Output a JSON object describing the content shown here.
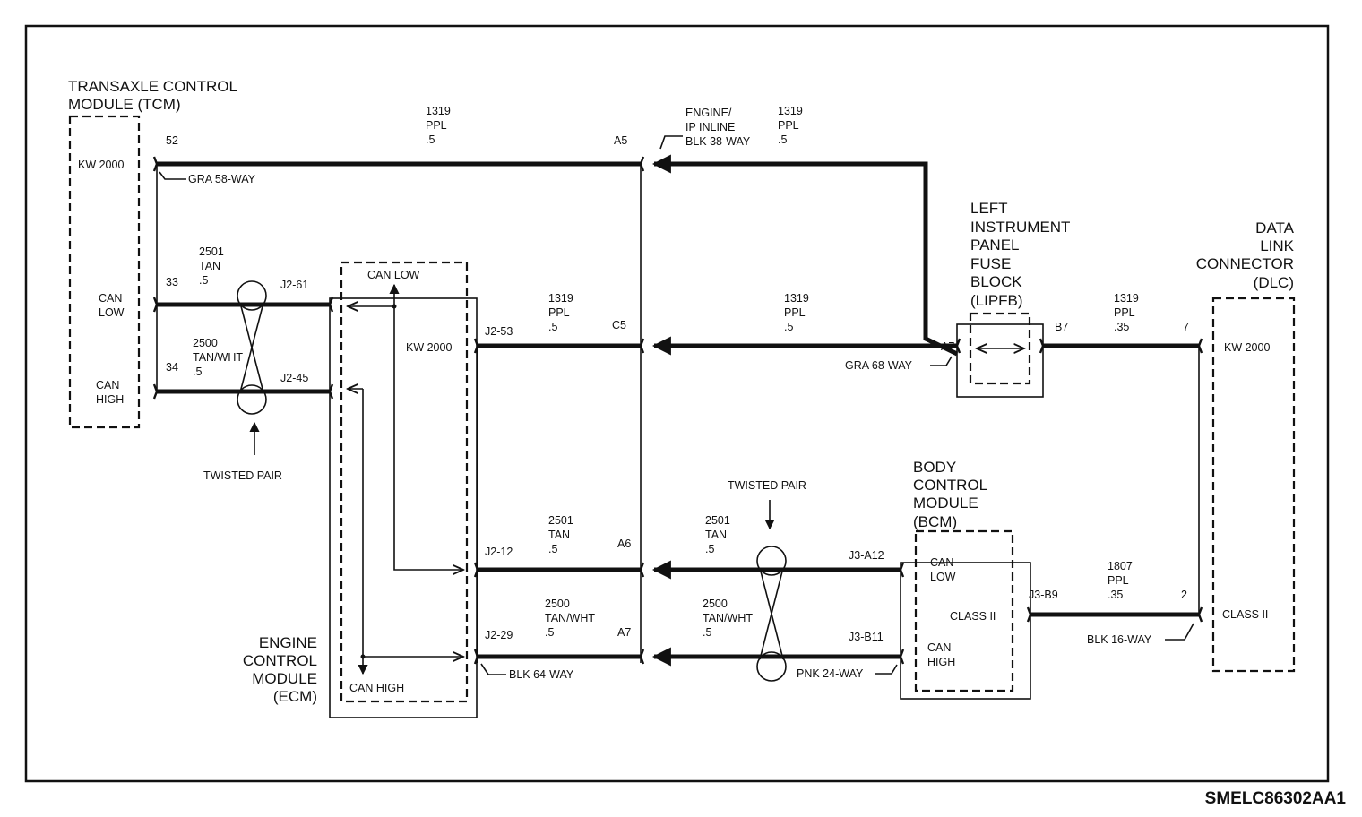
{
  "footer": {
    "code": "SMELC86302AA1"
  },
  "tcm": {
    "title_line1": "TRANSAXLE CONTROL",
    "title_line2": "MODULE (TCM)",
    "kw": "KW 2000",
    "can_low_1": "CAN",
    "can_low_2": "LOW",
    "can_high_1": "CAN",
    "can_high_2": "HIGH",
    "pin_52": "52",
    "pin_33": "33",
    "pin_34": "34",
    "connector": "GRA 58-WAY"
  },
  "ecm": {
    "title_line1": "ENGINE",
    "title_line2": "CONTROL",
    "title_line3": "MODULE",
    "title_line4": "(ECM)",
    "kw": "KW 2000",
    "can_low": "CAN LOW",
    "can_high": "CAN HIGH",
    "pin_j2_61": "J2-61",
    "pin_j2_45": "J2-45",
    "pin_j2_53": "J2-53",
    "pin_j2_12": "J2-12",
    "pin_j2_29": "J2-29",
    "connector": "BLK 64-WAY"
  },
  "inline": {
    "line1": "ENGINE/",
    "line2": "IP INLINE",
    "line3": "BLK 38-WAY",
    "pin_a5": "A5",
    "pin_c5": "C5",
    "pin_a6": "A6",
    "pin_a7": "A7"
  },
  "lipfb": {
    "line1": "LEFT",
    "line2": "INSTRUMENT",
    "line3": "PANEL",
    "line4": "FUSE",
    "line5": "BLOCK",
    "line6": "(LIPFB)",
    "pin_a7": "A7",
    "pin_b7": "B7",
    "connector": "GRA 68-WAY"
  },
  "dlc": {
    "line1": "DATA",
    "line2": "LINK",
    "line3": "CONNECTOR",
    "line4": "(DLC)",
    "kw": "KW 2000",
    "class2": "CLASS II",
    "pin_7": "7",
    "pin_2": "2",
    "connector": "BLK 16-WAY"
  },
  "bcm": {
    "line1": "BODY",
    "line2": "CONTROL",
    "line3": "MODULE",
    "line4": "(BCM)",
    "can_low_1": "CAN",
    "can_low_2": "LOW",
    "class2": "CLASS II",
    "can_high_1": "CAN",
    "can_high_2": "HIGH",
    "pin_j3_a12": "J3-A12",
    "pin_j3_b11": "J3-B11",
    "pin_j3_b9": "J3-B9",
    "connector": "PNK 24-WAY"
  },
  "wires": {
    "w1319_top_left": {
      "circuit": "1319",
      "color": "PPL",
      "gauge": ".5"
    },
    "w1319_top_right": {
      "circuit": "1319",
      "color": "PPL",
      "gauge": ".5"
    },
    "w1319_mid_left": {
      "circuit": "1319",
      "color": "PPL",
      "gauge": ".5"
    },
    "w1319_mid_right": {
      "circuit": "1319",
      "color": "PPL",
      "gauge": ".5"
    },
    "w1319_dlc": {
      "circuit": "1319",
      "color": "PPL",
      "gauge": ".35"
    },
    "w2501_tcm": {
      "circuit": "2501",
      "color": "TAN",
      "gauge": ".5"
    },
    "w2500_tcm": {
      "circuit": "2500",
      "color": "TAN/WHT",
      "gauge": ".5"
    },
    "w2501_ecm": {
      "circuit": "2501",
      "color": "TAN",
      "gauge": ".5"
    },
    "w2500_ecm": {
      "circuit": "2500",
      "color": "TAN/WHT",
      "gauge": ".5"
    },
    "w2501_bcm": {
      "circuit": "2501",
      "color": "TAN",
      "gauge": ".5"
    },
    "w2500_bcm": {
      "circuit": "2500",
      "color": "TAN/WHT",
      "gauge": ".5"
    },
    "w1807": {
      "circuit": "1807",
      "color": "PPL",
      "gauge": ".35"
    }
  },
  "twisted_pair": {
    "left": "TWISTED PAIR",
    "right": "TWISTED PAIR"
  }
}
